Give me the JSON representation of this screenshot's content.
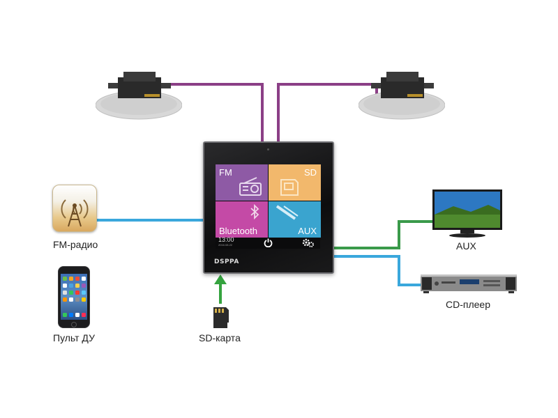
{
  "panel": {
    "tiles": {
      "fm": "FM",
      "sd": "SD",
      "bluetooth": "Bluetooth",
      "aux": "AUX"
    },
    "status": {
      "time": "13:00",
      "date": "2016.08.22"
    },
    "brand": "DSPPA"
  },
  "labels": {
    "fm_radio": "FM-радио",
    "remote": "Пульт ДУ",
    "sd_card": "SD-карта",
    "aux": "AUX",
    "cd_player": "CD-плеер"
  },
  "colors": {
    "speaker_wire": "#8b3f86",
    "signal_wire": "#3aa7dc",
    "aux_wire": "#3a9a4a",
    "sd_arrow": "#35a33f",
    "tile_fm": "#8e5aa5",
    "tile_sd": "#f2b86c",
    "tile_bluetooth": "#c44aa6",
    "tile_aux": "#3aa4cf"
  },
  "icons": {
    "speaker": "ceiling-speaker-icon",
    "fm_radio": "fm-radio-tower-icon",
    "remote": "smartphone-icon",
    "sd_card": "sd-card-icon",
    "aux": "tv-monitor-icon",
    "cd_player": "cd-player-icon",
    "tile_fm": "radio-icon",
    "tile_sd": "sd-card-icon",
    "tile_bluetooth": "bluetooth-icon",
    "tile_aux": "aux-cable-icon",
    "power": "power-icon",
    "settings": "settings-gears-icon"
  }
}
